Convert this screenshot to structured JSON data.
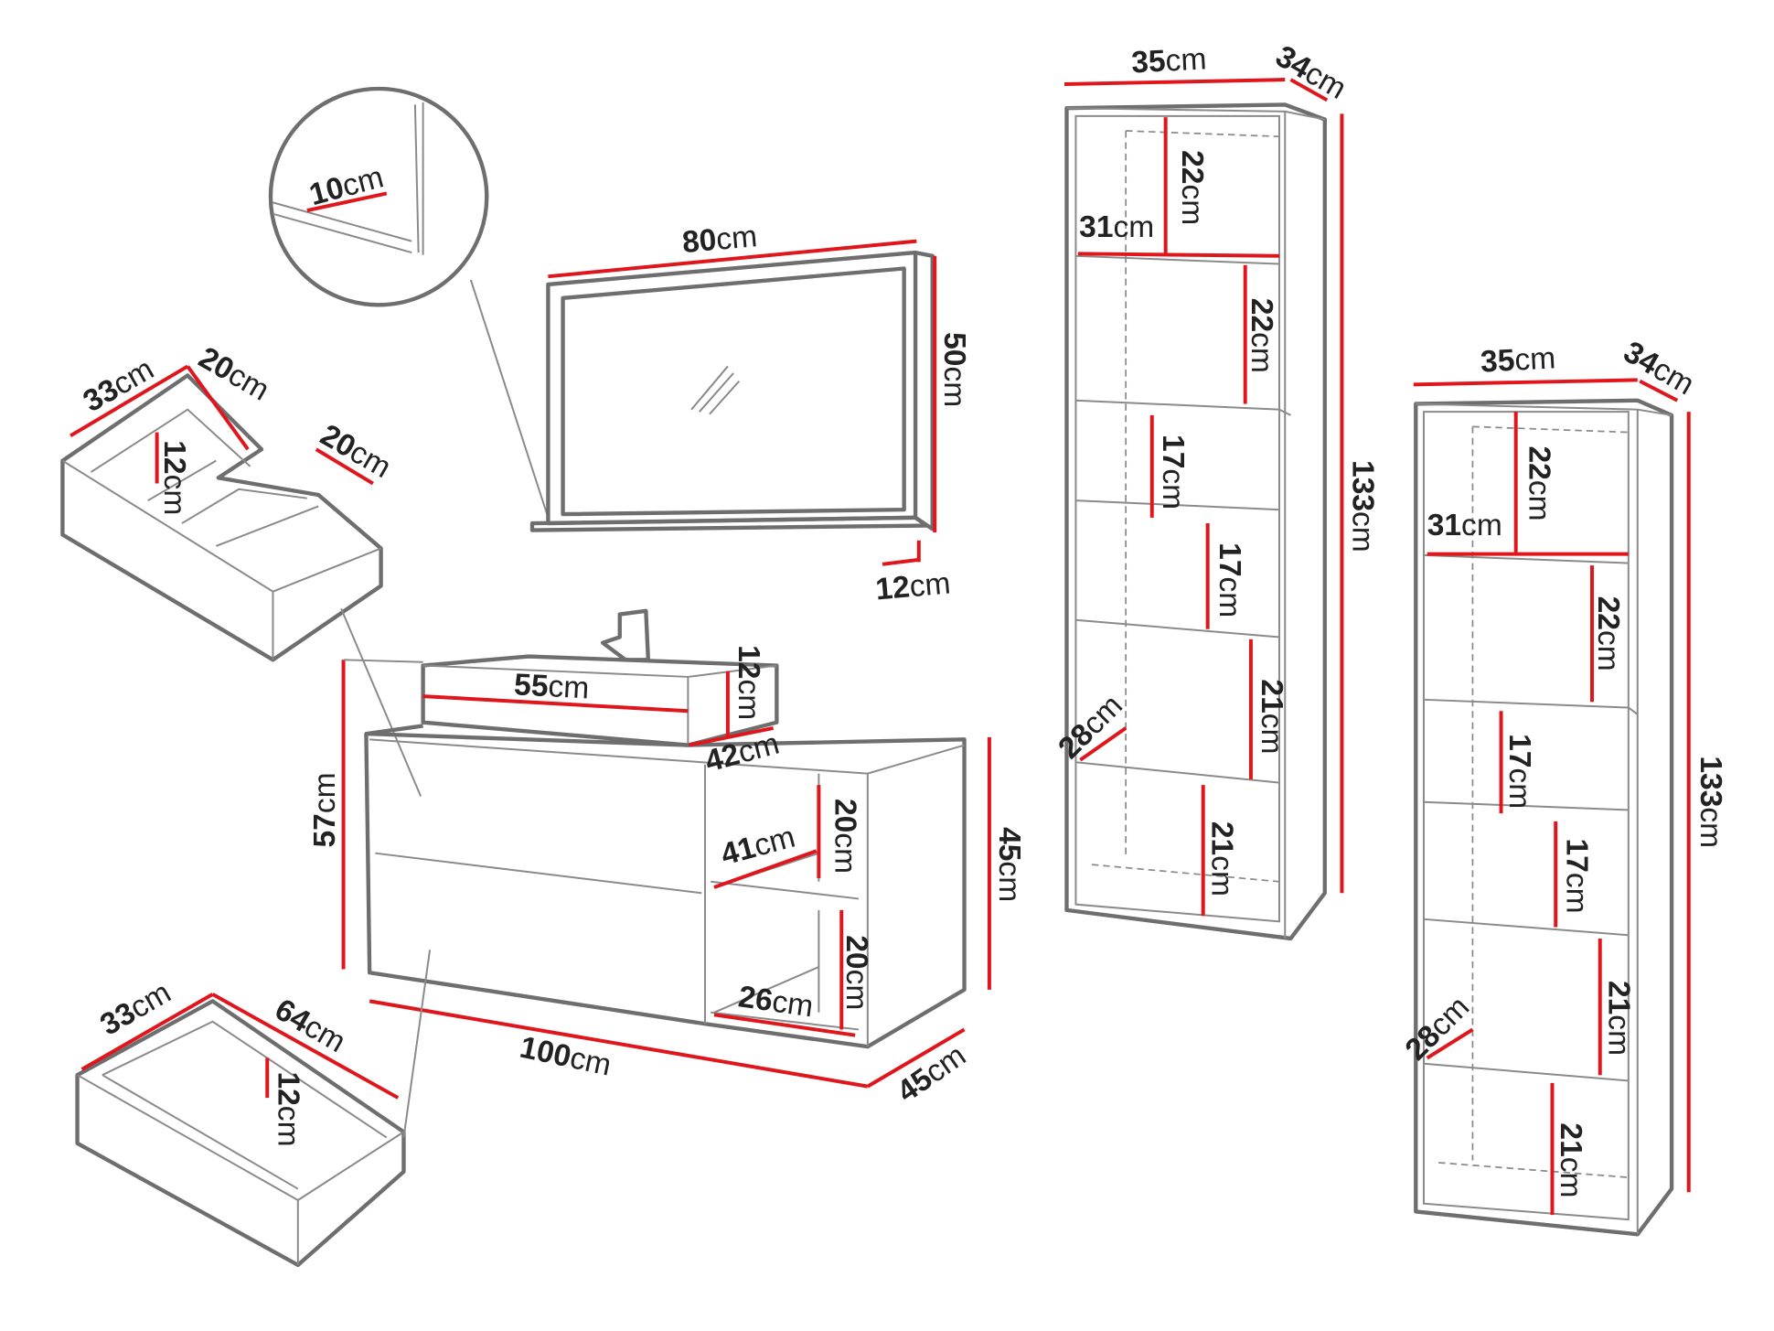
{
  "colors": {
    "outline": "#6e6e6e",
    "dimension": "#e0161d",
    "text": "#222222"
  },
  "labels": [
    {
      "id": "mirror-shelf-depth",
      "value": "10",
      "unit": "cm"
    },
    {
      "id": "mirror-width",
      "value": "80",
      "unit": "cm"
    },
    {
      "id": "mirror-height",
      "value": "50",
      "unit": "cm"
    },
    {
      "id": "mirror-shelf",
      "value": "12",
      "unit": "cm"
    },
    {
      "id": "top-drawer-depth",
      "value": "33",
      "unit": "cm"
    },
    {
      "id": "top-drawer-left-width",
      "value": "20",
      "unit": "cm"
    },
    {
      "id": "top-drawer-height",
      "value": "12",
      "unit": "cm"
    },
    {
      "id": "top-drawer-right-width",
      "value": "20",
      "unit": "cm"
    },
    {
      "id": "sink-width",
      "value": "55",
      "unit": "cm"
    },
    {
      "id": "sink-height",
      "value": "12",
      "unit": "cm"
    },
    {
      "id": "sink-depth",
      "value": "42",
      "unit": "cm"
    },
    {
      "id": "vanity-height",
      "value": "57",
      "unit": "cm"
    },
    {
      "id": "vanity-body-height",
      "value": "45",
      "unit": "cm"
    },
    {
      "id": "vanity-shelf-depth",
      "value": "41",
      "unit": "cm"
    },
    {
      "id": "vanity-upper-compartment",
      "value": "20",
      "unit": "cm"
    },
    {
      "id": "vanity-lower-compartment",
      "value": "20",
      "unit": "cm"
    },
    {
      "id": "vanity-compartment-width",
      "value": "26",
      "unit": "cm"
    },
    {
      "id": "vanity-width",
      "value": "100",
      "unit": "cm"
    },
    {
      "id": "vanity-depth",
      "value": "45",
      "unit": "cm"
    },
    {
      "id": "bottom-drawer-depth",
      "value": "33",
      "unit": "cm"
    },
    {
      "id": "bottom-drawer-width",
      "value": "64",
      "unit": "cm"
    },
    {
      "id": "bottom-drawer-height",
      "value": "12",
      "unit": "cm"
    },
    {
      "id": "tall1-width",
      "value": "35",
      "unit": "cm"
    },
    {
      "id": "tall1-depth",
      "value": "34",
      "unit": "cm"
    },
    {
      "id": "tall1-shelf1",
      "value": "22",
      "unit": "cm"
    },
    {
      "id": "tall1-shelf-width",
      "value": "31",
      "unit": "cm"
    },
    {
      "id": "tall1-shelf2",
      "value": "22",
      "unit": "cm"
    },
    {
      "id": "tall1-height",
      "value": "133",
      "unit": "cm"
    },
    {
      "id": "tall1-shelf3",
      "value": "17",
      "unit": "cm"
    },
    {
      "id": "tall1-shelf4",
      "value": "17",
      "unit": "cm"
    },
    {
      "id": "tall1-shelf5",
      "value": "21",
      "unit": "cm"
    },
    {
      "id": "tall1-inner-depth",
      "value": "28",
      "unit": "cm"
    },
    {
      "id": "tall1-shelf6",
      "value": "21",
      "unit": "cm"
    },
    {
      "id": "tall2-width",
      "value": "35",
      "unit": "cm"
    },
    {
      "id": "tall2-depth",
      "value": "34",
      "unit": "cm"
    },
    {
      "id": "tall2-shelf1",
      "value": "22",
      "unit": "cm"
    },
    {
      "id": "tall2-shelf-width",
      "value": "31",
      "unit": "cm"
    },
    {
      "id": "tall2-shelf2",
      "value": "22",
      "unit": "cm"
    },
    {
      "id": "tall2-height",
      "value": "133",
      "unit": "cm"
    },
    {
      "id": "tall2-shelf3",
      "value": "17",
      "unit": "cm"
    },
    {
      "id": "tall2-shelf4",
      "value": "17",
      "unit": "cm"
    },
    {
      "id": "tall2-shelf5",
      "value": "21",
      "unit": "cm"
    },
    {
      "id": "tall2-inner-depth",
      "value": "28",
      "unit": "cm"
    },
    {
      "id": "tall2-shelf6",
      "value": "21",
      "unit": "cm"
    }
  ]
}
